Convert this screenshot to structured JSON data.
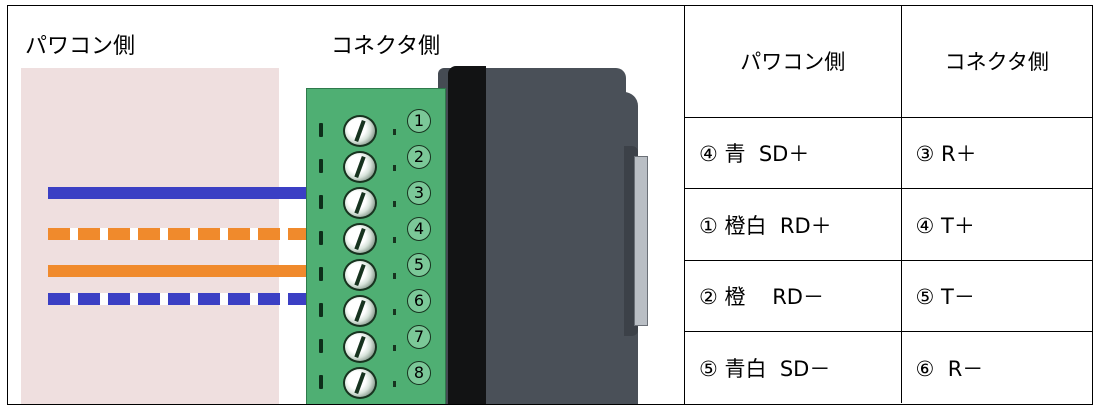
{
  "diagram": {
    "label_pc_side": "パワコン側",
    "label_connector_side": "コネクタ側",
    "terminal_numbers": [
      "1",
      "2",
      "3",
      "4",
      "5",
      "6",
      "7",
      "8"
    ],
    "wire_colors": {
      "blue": "#3b3fc4",
      "orange_white": "#f08a2c",
      "orange": "#f08a2c",
      "blue_white": "#3b3fc4"
    },
    "terminal_color": "#4faf73",
    "connector_color": "#4a5058",
    "background_tint": "#efdfdf"
  },
  "table": {
    "headers": [
      "パワコン側",
      "コネクタ側"
    ],
    "rows": [
      {
        "pc": "④ 青  SD＋",
        "connector": "③ R＋"
      },
      {
        "pc": "① 橙白  RD＋",
        "connector": "④ T＋"
      },
      {
        "pc": "② 橙    RD－",
        "connector": "⑤ T－"
      },
      {
        "pc": "⑤ 青白  SD－",
        "connector": "⑥  R－"
      }
    ]
  }
}
